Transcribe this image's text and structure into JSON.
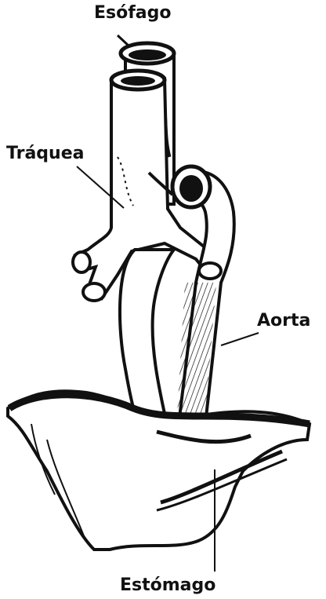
{
  "figure": {
    "labels": {
      "esofago": "Esófago",
      "traquea": "Tráquea",
      "aorta": "Aorta",
      "estomago": "Estómago"
    },
    "colors": {
      "ink": "#111111",
      "paper": "#ffffff"
    }
  }
}
